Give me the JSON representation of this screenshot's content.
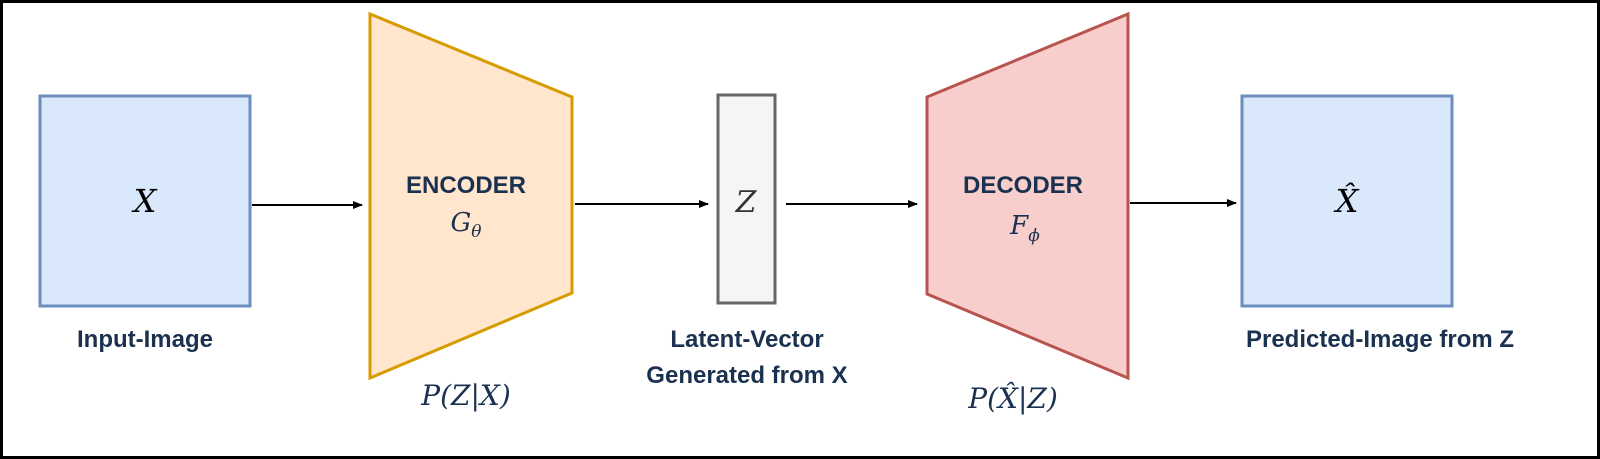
{
  "input": {
    "symbol": "X",
    "caption": "Input-Image"
  },
  "encoder": {
    "title": "ENCODER",
    "function_base": "G",
    "function_sub": "θ",
    "prob": "P(Z|X)"
  },
  "latent": {
    "symbol": "Z",
    "caption_line1": "Latent-Vector",
    "caption_line2": "Generated from X"
  },
  "decoder": {
    "title": "DECODER",
    "function_base": "F",
    "function_sub": "ϕ",
    "prob_prefix": "P(",
    "prob_hat_symbol": "X̂",
    "prob_suffix": "|Z)"
  },
  "output": {
    "symbol": "X̂",
    "caption": "Predicted-Image from Z"
  },
  "colors": {
    "frame": "#000000",
    "image_fill": "#dae8fc",
    "image_stroke": "#6c8ebf",
    "encoder_fill": "#ffe6cc",
    "encoder_stroke": "#d79b00",
    "latent_fill": "#f5f5f5",
    "latent_stroke": "#666666",
    "decoder_fill": "#f8cecc",
    "decoder_stroke": "#b85450",
    "label_text": "#1a3150",
    "math_text": "#1a3150"
  }
}
